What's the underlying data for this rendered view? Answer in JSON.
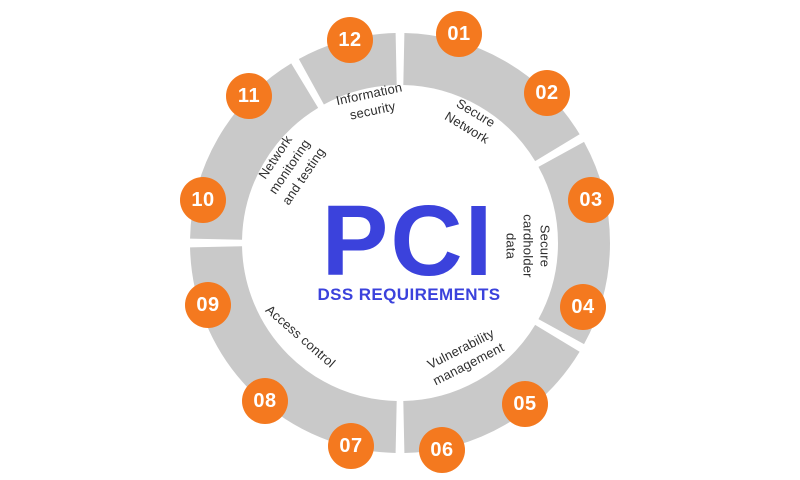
{
  "diagram": {
    "center": {
      "title": "PCI",
      "subtitle": "DSS REQUIREMENTS"
    },
    "segments": [
      {
        "label": "Secure\nNetwork",
        "numbers": [
          "01",
          "02"
        ]
      },
      {
        "label": "Secure\ncardholder\ndata",
        "numbers": [
          "03",
          "04"
        ]
      },
      {
        "label": "Vulnerability\nmanagement",
        "numbers": [
          "05",
          "06"
        ]
      },
      {
        "label": "Access control",
        "numbers": [
          "07",
          "08",
          "09"
        ]
      },
      {
        "label": "Network\nmonitoring\nand testing",
        "numbers": [
          "10",
          "11"
        ]
      },
      {
        "label": "Information\nsecurity",
        "numbers": [
          "12"
        ]
      }
    ],
    "colors": {
      "badge_orange": "#F4791F",
      "ring_gray": "#C9C9C9",
      "title_blue": "#3B42DC",
      "label_text": "#2E2E2E",
      "badge_text": "#FFFFFF",
      "background": "#FFFFFF"
    }
  }
}
